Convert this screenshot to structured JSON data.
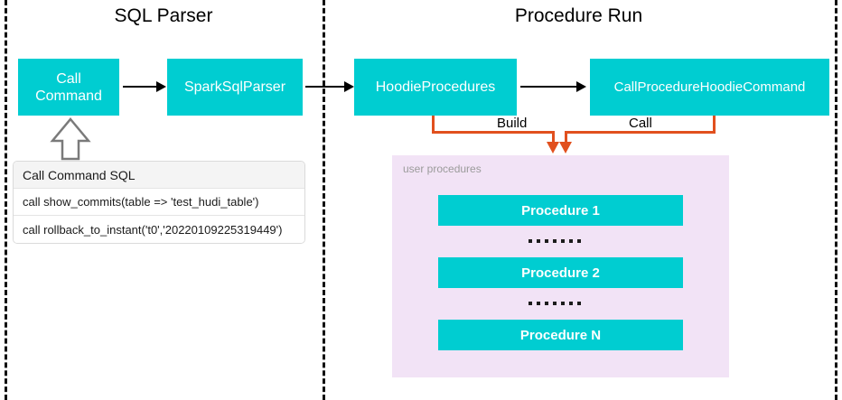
{
  "diagram": {
    "sections": [
      {
        "title": "SQL Parser"
      },
      {
        "title": "Procedure Run"
      }
    ],
    "nodes": {
      "call_command": "Call\nCommand",
      "call_command_line1": "Call",
      "call_command_line2": "Command",
      "spark_sql_parser": "SparkSqlParser",
      "hoodie_procedures": "HoodieProcedures",
      "call_procedure_hoodie_command": "CallProcedureHoodieCommand"
    },
    "connector_labels": {
      "build": "Build",
      "call": "Call"
    },
    "sql_table": {
      "header": "Call Command SQL",
      "rows": [
        "call show_commits(table => 'test_hudi_table')",
        "call rollback_to_instant('t0','20220109225319449')"
      ]
    },
    "user_procedures_panel": {
      "label": "user procedures",
      "procedures": [
        "Procedure 1",
        "Procedure 2",
        "Procedure N"
      ],
      "ellipsis_dots": 7
    },
    "colors": {
      "node_fill": "#00cdd1",
      "node_text": "#ffffff",
      "panel_fill": "#f2e3f6",
      "connector_orange": "#e1501e",
      "arrow_black": "#000000",
      "divider": "#111111"
    }
  }
}
